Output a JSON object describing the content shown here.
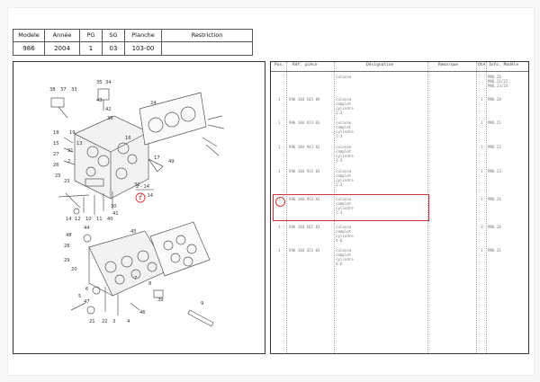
{
  "header": {
    "labels": [
      "Modele",
      "Année",
      "PG",
      "SG",
      "Planche",
      "Restriction"
    ],
    "values": [
      "986",
      "2004",
      "1",
      "03",
      "103-00",
      ""
    ]
  },
  "table": {
    "columns": [
      "Pos.",
      "Réf. pièce",
      "Désignation",
      "Remarque",
      "Qté",
      "Info. Modèle"
    ],
    "intro": {
      "designation": [
        "culasse"
      ],
      "info": [
        "M96.20",
        "M96.21/22",
        "M96.23/24"
      ]
    },
    "rows": [
      {
        "pos": "1",
        "ref": "996 104 503 09",
        "designation": [
          "culasse",
          "complet",
          "cylindre",
          "1-3"
        ],
        "qty": "1",
        "info": "M96.20"
      },
      {
        "pos": "1",
        "ref": "996 104 923 03",
        "designation": [
          "culasse",
          "complet",
          "cylindre",
          "1-3"
        ],
        "qty": "1",
        "info": "M96.21"
      },
      {
        "pos": "1",
        "ref": "996 104 943 03",
        "designation": [
          "culasse",
          "complet",
          "cylindre",
          "1-3"
        ],
        "qty": "1",
        "info": "M96.22"
      },
      {
        "pos": "1",
        "ref": "996 104 933 03",
        "designation": [
          "culasse",
          "complet",
          "cylindre",
          "1-3"
        ],
        "qty": "1",
        "info": "M96.23"
      },
      {
        "pos": "1",
        "ref": "996 104 953 03",
        "designation": [
          "culasse",
          "complet",
          "cylindre",
          "1-3"
        ],
        "qty": "1",
        "info": "M96.24"
      },
      {
        "pos": "1",
        "ref": "996 104 502 03",
        "designation": [
          "culasse",
          "complet",
          "cylindre",
          "4-6"
        ],
        "qty": "1",
        "info": "M96.20"
      },
      {
        "pos": "1",
        "ref": "996 104 423 03",
        "designation": [
          "culasse",
          "complet",
          "cylindre",
          "4-6"
        ],
        "qty": "1",
        "info": "M96.21"
      }
    ]
  },
  "diagram": {
    "callouts": [
      "38",
      "37",
      "33",
      "35",
      "34",
      "24",
      "43",
      "42",
      "36",
      "18",
      "15",
      "27",
      "26",
      "25",
      "19",
      "13",
      "16",
      "2",
      "23",
      "31",
      "17",
      "32",
      "2 - 14",
      "1",
      "14",
      "12",
      "10",
      "11",
      "40",
      "30",
      "41",
      "44",
      "45",
      "28",
      "29",
      "20",
      "21",
      "22",
      "3",
      "4",
      "5",
      "6",
      "7",
      "8",
      "9",
      "39",
      "46",
      "47",
      "48",
      "49"
    ]
  },
  "colors": {
    "highlight": "#d7323a"
  }
}
